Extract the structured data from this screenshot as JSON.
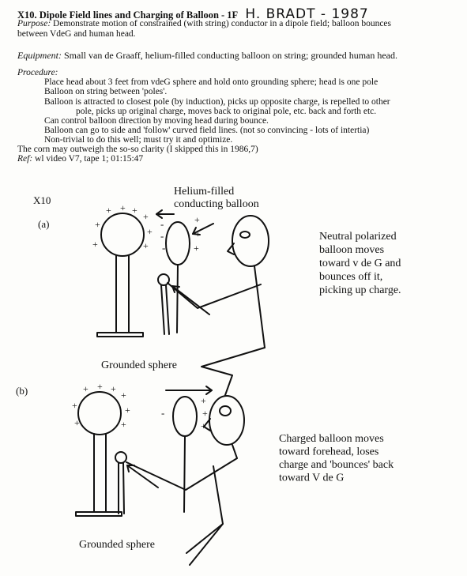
{
  "title": {
    "id": "X10.",
    "heading": "Dipole Field lines and Charging of Balloon - 1F",
    "handwritten": "H. BRADT - 1987"
  },
  "purpose": {
    "label": "Purpose:",
    "line1": "Demonstrate motion of  constrained (with string) conductor in a dipole field; balloon bounces",
    "line2": "between VdeG and human head."
  },
  "equipment": {
    "label": "Equipment:",
    "text": "Small van de Graaff, helium-filled conducting balloon on string;  grounded human head."
  },
  "procedure": {
    "label": "Procedure:",
    "lines": [
      "Place head about 3 feet from vdeG sphere and hold onto grounding sphere; head is one pole",
      "Balloon on string between 'poles'.",
      "Balloon is attracted to closest pole (by induction), picks up opposite charge, is repelled to other",
      "pole,  picks up original charge, moves back to original pole, etc. back and forth etc.",
      "Can control balloon direction by moving head during bounce.",
      "Balloon can go to side and 'follow' curved field lines. (not so convincing - lots of intertia)",
      "Non-trivial to do this well; must try it and optimize.",
      "The corn may outweigh the so-so clarity (I skipped this in 1986,7)"
    ],
    "ref_label": "Ref:",
    "ref_text": "wl video V7, tape 1; 01:15:47"
  },
  "figure": {
    "label": "X10",
    "balloon_label_line1": "Helium-filled",
    "balloon_label_line2": "conducting balloon",
    "a": {
      "label": "(a)",
      "caption": [
        "Neutral polarized",
        "balloon moves",
        "toward v de G and",
        "bounces off it,",
        "picking up charge."
      ],
      "sphere_label": "Grounded sphere"
    },
    "b": {
      "label": "(b)",
      "caption": [
        "Charged balloon moves",
        "toward forehead, loses",
        "charge and 'bounces' back",
        "toward V de G"
      ],
      "sphere_label": "Grounded sphere"
    },
    "plus": "+",
    "minus": "-"
  }
}
